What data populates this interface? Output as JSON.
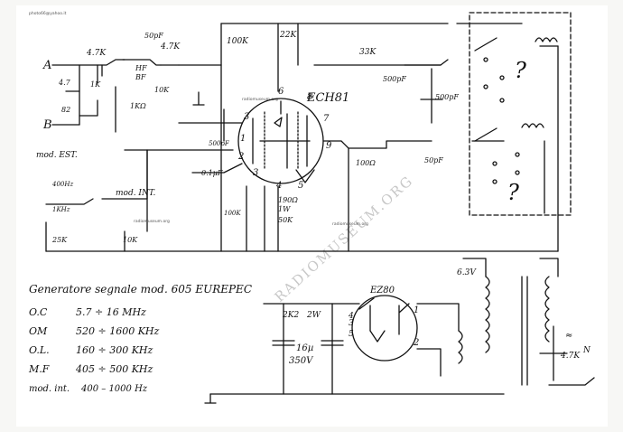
{
  "header": {
    "corner_text": "photo66@yahoo.it"
  },
  "watermark": {
    "text": "RADIOMUSEUM.ORG",
    "small": "radiomuseum.org"
  },
  "schematic": {
    "terminals": {
      "a": "A",
      "b": "B"
    },
    "tube1": {
      "name": "ECH81",
      "pins": [
        "6",
        "8",
        "3",
        "7",
        "9",
        "2",
        "1",
        "3",
        "4",
        "5"
      ]
    },
    "tube2": {
      "name": "EZ80",
      "pins": [
        "1",
        "2",
        "4",
        "3",
        "5"
      ]
    },
    "resistors": [
      "4.7K",
      "4.7K",
      "100K",
      "22K",
      "33K",
      "1K",
      "4.7",
      "82",
      "1KΩ",
      "10K",
      "100Ω",
      "190Ω",
      "1W",
      "50K",
      "100K",
      "25K",
      "10K",
      "2K2",
      "2W",
      "4.7K"
    ],
    "capacitors": [
      "50pF",
      "0.1µF",
      "500pF",
      "500pF",
      "500pF",
      "50pF",
      "16µ",
      "350V"
    ],
    "labels": {
      "hf": "HF",
      "bf": "BF",
      "mod_est": "mod. EST.",
      "mod_int": "mod. INT.",
      "f400": "400Hz",
      "f1k": "1KHz",
      "q1": "?",
      "q2": "?",
      "v63": "6.3V",
      "sig1": "≈",
      "sig2": "N"
    }
  },
  "legend": {
    "title": "Generatore segnale mod. 605 EUREPEC",
    "bands": [
      {
        "name": "O.C",
        "range": "5.7 ÷ 16 MHz"
      },
      {
        "name": "OM",
        "range": "520 ÷ 1600 KHz"
      },
      {
        "name": "O.L.",
        "range": "160 ÷ 300 KHz"
      },
      {
        "name": "M.F",
        "range": "405 ÷ 500 KHz"
      },
      {
        "name": "mod. int.",
        "range": "400 – 1000 Hz"
      }
    ]
  }
}
